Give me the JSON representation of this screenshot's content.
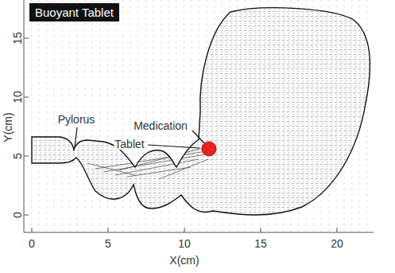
{
  "diagram": {
    "title": "Buoyant Tablet",
    "labels": [
      "Medication",
      "Tablet",
      "Pylorus",
      "0",
      "5",
      "10",
      "15",
      "20",
      "0",
      "5",
      "10",
      "15",
      "X(cm)",
      "Y(cm)"
    ]
  }
}
